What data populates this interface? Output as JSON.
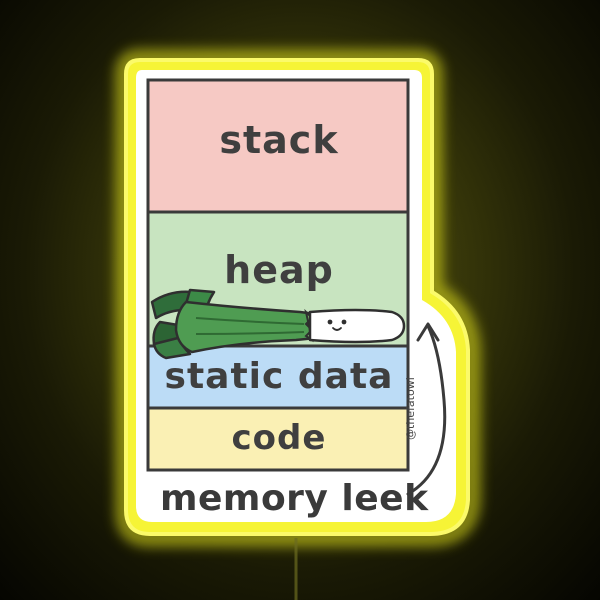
{
  "segments": {
    "stack": "stack",
    "heap": "heap",
    "static_data": "static data",
    "code": "code"
  },
  "caption": "memory leek",
  "credit": "@thefatowl",
  "colors": {
    "stack": "#f6c9c4",
    "heap": "#c8e4c0",
    "static_data": "#bcdcf6",
    "code": "#faf0b4",
    "neon": "#f4f02a"
  },
  "icons": [
    "leek-character-icon",
    "curved-arrow-icon"
  ]
}
